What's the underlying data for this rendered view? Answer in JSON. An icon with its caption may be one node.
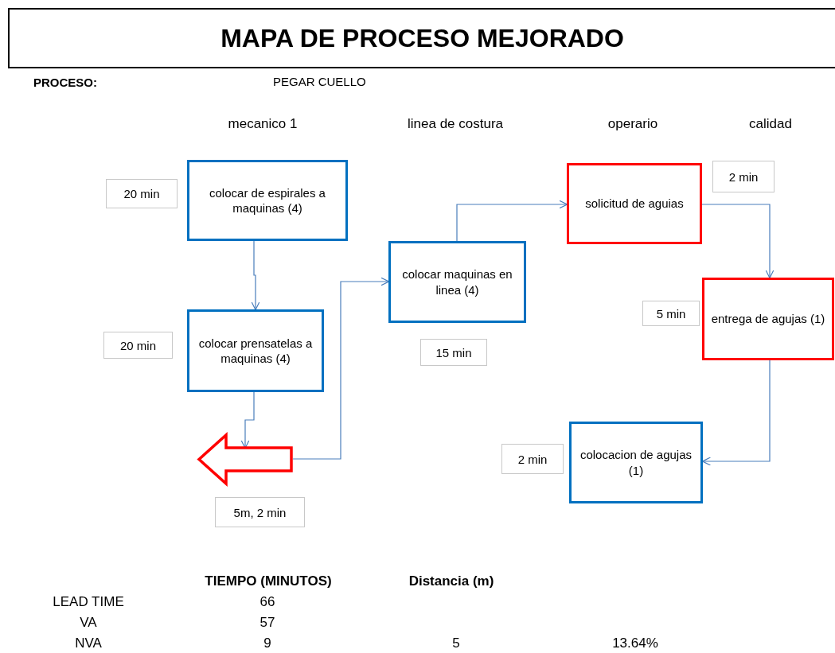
{
  "diagram": {
    "title": "MAPA DE PROCESO MEJORADO",
    "nodes": [
      {
        "text": [
          "colocar de espirales a maquinas (4)"
        ],
        "beside": [
          "20 min"
        ]
      },
      {
        "text": [
          "colocar prensatelas a maquinas (4)"
        ],
        "beside": [
          "20 min"
        ]
      },
      {
        "text": [],
        "shape": "arrow",
        "beside": [
          "5m, 2 min"
        ]
      },
      {
        "text": [
          "colocar maquinas en linea (4)"
        ],
        "beside": [
          "15 min"
        ]
      },
      {
        "text": [
          "solicitud de aguias"
        ],
        "beside": [
          "2 min"
        ]
      },
      {
        "text": [
          "entrega de agujas (1)"
        ],
        "beside": [
          "5 min"
        ]
      },
      {
        "text": [
          "colocacion de agujas (1)"
        ],
        "beside": [
          "2 min"
        ]
      }
    ],
    "edges": [
      {
        "from": 0,
        "to": 1,
        "arrow": "to"
      },
      {
        "from": 1,
        "to": 2,
        "arrow": "to"
      },
      {
        "from": 2,
        "to": 3,
        "arrow": "to"
      },
      {
        "from": 3,
        "to": 4,
        "arrow": "to"
      },
      {
        "from": 4,
        "to": 5,
        "arrow": "to"
      },
      {
        "from": 5,
        "to": 6,
        "arrow": "to"
      }
    ],
    "labels": [
      "PROCESO:",
      "PEGAR CUELLO",
      "mecanico 1",
      "linea de costura",
      "operario",
      "calidad",
      "TIEMPO (MINUTOS)",
      "Distancia (m)",
      "LEAD TIME",
      "66",
      "VA",
      "57",
      "NVA",
      "9",
      "5",
      "13.64%"
    ]
  }
}
